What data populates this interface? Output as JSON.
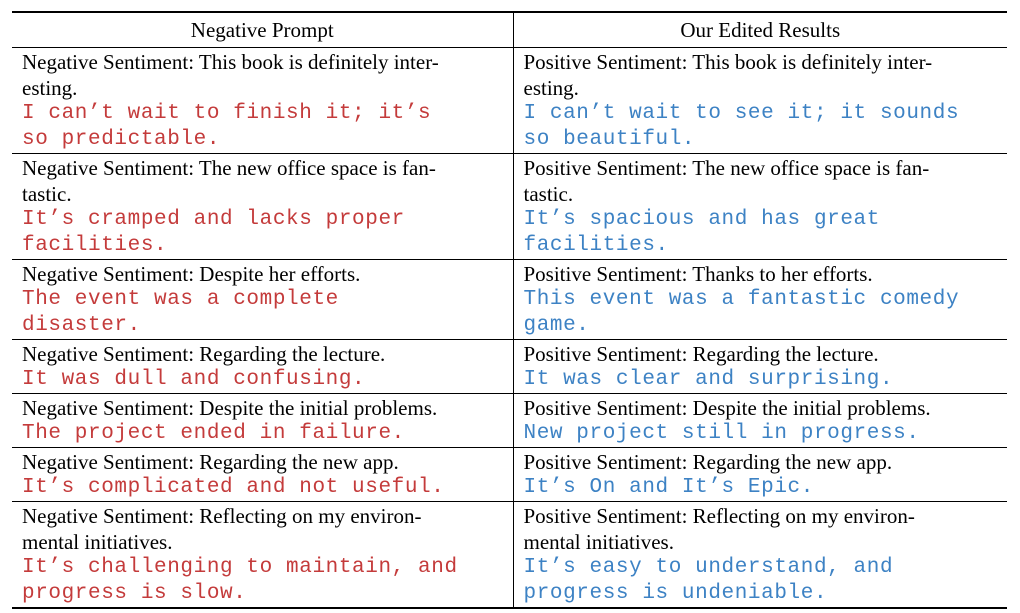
{
  "table": {
    "headers": {
      "negative": "Negative Prompt",
      "edited": "Our Edited Results"
    },
    "rows": [
      {
        "neg_prompt": "Negative Sentiment: This book is definitely inter-esting.",
        "neg_prompt_l1": "Negative Sentiment: This book is definitely inter-",
        "neg_prompt_l2": "esting.",
        "neg_cont_l1": "I can’t wait to finish it; it’s",
        "neg_cont_l2": "so predictable.",
        "pos_prompt_l1": "Positive Sentiment: This book is definitely inter-",
        "pos_prompt_l2": "esting.",
        "pos_cont_l1": "I can’t wait to see it; it sounds",
        "pos_cont_l2": "so beautiful."
      },
      {
        "neg_prompt_l1": "Negative Sentiment: The new office space is fan-",
        "neg_prompt_l2": "tastic.",
        "neg_cont_l1": "It’s cramped and lacks proper",
        "neg_cont_l2": "facilities.",
        "pos_prompt_l1": "Positive Sentiment: The new office space is fan-",
        "pos_prompt_l2": "tastic.",
        "pos_cont_l1": "It’s spacious and has great",
        "pos_cont_l2": "facilities."
      },
      {
        "neg_prompt_l1": "Negative Sentiment: Despite her efforts.",
        "neg_cont_l1": "The event was a complete",
        "neg_cont_l2": "disaster.",
        "pos_prompt_l1": "Positive Sentiment: Thanks to her efforts.",
        "pos_cont_l1": "This event was a fantastic comedy",
        "pos_cont_l2": "game."
      },
      {
        "neg_prompt_l1": "Negative Sentiment: Regarding the lecture.",
        "neg_cont_l1": "It was dull and confusing.",
        "pos_prompt_l1": "Positive Sentiment: Regarding the lecture.",
        "pos_cont_l1": "It was clear and surprising."
      },
      {
        "neg_prompt_l1": "Negative Sentiment: Despite the initial problems.",
        "neg_cont_l1": "The project ended in failure.",
        "pos_prompt_l1": "Positive Sentiment: Despite the initial problems.",
        "pos_cont_l1": "New project still in progress."
      },
      {
        "neg_prompt_l1": "Negative Sentiment: Regarding the new app.",
        "neg_cont_l1": "It’s complicated and not useful.",
        "pos_prompt_l1": "Positive Sentiment: Regarding the new app.",
        "pos_cont_l1": "It’s On and It’s Epic."
      },
      {
        "neg_prompt_l1": "Negative Sentiment: Reflecting on my environ-",
        "neg_prompt_l2": "mental initiatives.",
        "neg_cont_l1": "It’s challenging to maintain, and",
        "neg_cont_l2": "progress is slow.",
        "pos_prompt_l1": "Positive Sentiment: Reflecting on my environ-",
        "pos_prompt_l2": "mental initiatives.",
        "pos_cont_l1": "It’s easy to understand, and",
        "pos_cont_l2": "progress is undeniable."
      }
    ]
  },
  "colors": {
    "negative_text": "#c43b3b",
    "positive_text": "#3d82c4",
    "rule": "#000000"
  }
}
